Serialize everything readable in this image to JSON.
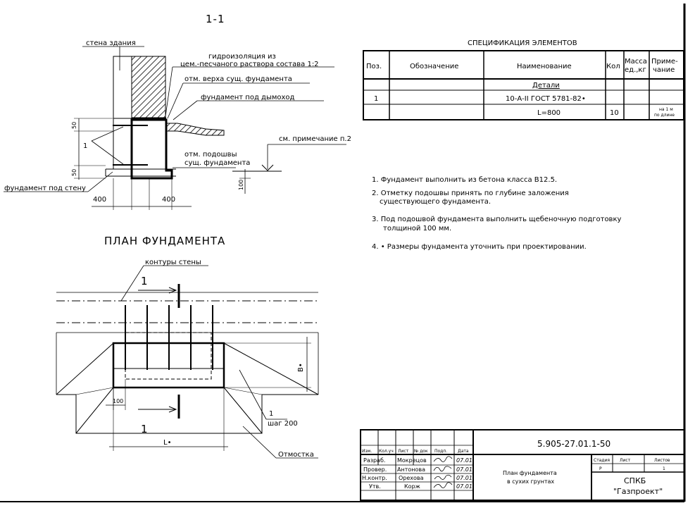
{
  "section": {
    "title": "1-1",
    "labels": {
      "wall": "стена здания",
      "waterproof_1": "гидроизоляция из",
      "waterproof_2": "цем.-песчаного раствора состава 1:2",
      "top_mark": "отм. верха сущ. фундамента",
      "chimney_foundation": "фундамент под дымоход",
      "note_ref": "см. примечание п.2",
      "base_mark_1": "отм. подошвы",
      "base_mark_2": "сущ. фундамента",
      "wall_foundation": "фундамент под стену",
      "mark_1": "1"
    },
    "dims": {
      "d50_top": "50",
      "d50_bottom": "50",
      "d100": "100",
      "d400_left": "400",
      "d400_right": "400"
    }
  },
  "plan": {
    "title": "ПЛАН ФУНДАМЕНТА",
    "labels": {
      "wall_contours": "контуры стены",
      "cut_mark_top": "1",
      "cut_mark_bottom": "1",
      "step_mark": "1",
      "step": "шаг 200",
      "pavement": "Отмостка",
      "dim_100": "100",
      "dim_L": "L•",
      "dim_B": "B•"
    }
  },
  "spec": {
    "title": "СПЕЦИФИКАЦИЯ ЭЛЕМЕНТОВ",
    "headers": {
      "pos": "Поз.",
      "designation": "Обозначение",
      "name": "Наименование",
      "qty": "Кол",
      "mass_1": "Масса",
      "mass_2": "ед.,кг",
      "note_1": "Приме-",
      "note_2": "чание"
    },
    "section_row": "Детали",
    "rows": [
      {
        "pos": "1",
        "designation": "",
        "name": "10-А-II ГОСТ 5781-82•",
        "qty": "",
        "mass": "",
        "note_1": "",
        "note_2": ""
      },
      {
        "pos": "",
        "designation": "",
        "name": "L=800",
        "qty": "10",
        "mass": "",
        "note_1": "на 1 м",
        "note_2": "по длине"
      }
    ]
  },
  "notes": [
    {
      "line1": "1. Фундамент выполнить из бетона класса B12.5.",
      "line2": ""
    },
    {
      "line1": "2. Отметку подошвы принять по глубине заложения",
      "line2": "существующего фундамента."
    },
    {
      "line1": "3. Под подошвой фундамента выполнить щебеночную подготовку",
      "line2": "толщиной 100 мм."
    },
    {
      "line1": "4. • Размеры фундамента уточнить при проектировании.",
      "line2": ""
    }
  ],
  "title_block": {
    "doc_code": "5.905-27.01.1-50",
    "headers": [
      "Изм.",
      "Кол.уч",
      "Лист",
      "№ док",
      "Подп.",
      "Дата"
    ],
    "signers": [
      {
        "role": "Разраб.",
        "name": "Мокрецов",
        "date": "07.01"
      },
      {
        "role": "Провер.",
        "name": "Антонова",
        "date": "07.01"
      },
      {
        "role": "Н.контр.",
        "name": "Орехова",
        "date": "07.01"
      },
      {
        "role": "Утв.",
        "name": "Корж",
        "date": "07.01"
      }
    ],
    "sheet_title_1": "План фундамента",
    "sheet_title_2": "в сухих грунтах",
    "stage_label": "Стадия",
    "sheet_label": "Лист",
    "sheets_label": "Листов",
    "stage": "Р",
    "sheet": "",
    "sheets": "1",
    "org_1": "СПКБ",
    "org_2": "\"Газпроект\""
  }
}
